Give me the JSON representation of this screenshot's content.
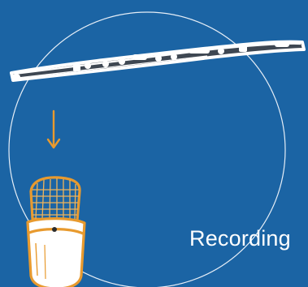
{
  "label": "Recording",
  "colors": {
    "background": "#1b64a4",
    "circle": "#e6eef7",
    "flute": "#ffffff",
    "flute_shadow": "#3e4752",
    "arrow": "#e89a2e",
    "mic_outline": "#e89a2e",
    "mic_body": "#ffffff",
    "mic_mesh": "#f0b45a"
  },
  "icons": {
    "flute": "flute-illustration",
    "arrow": "down-arrow-icon",
    "microphone": "microphone-illustration"
  }
}
